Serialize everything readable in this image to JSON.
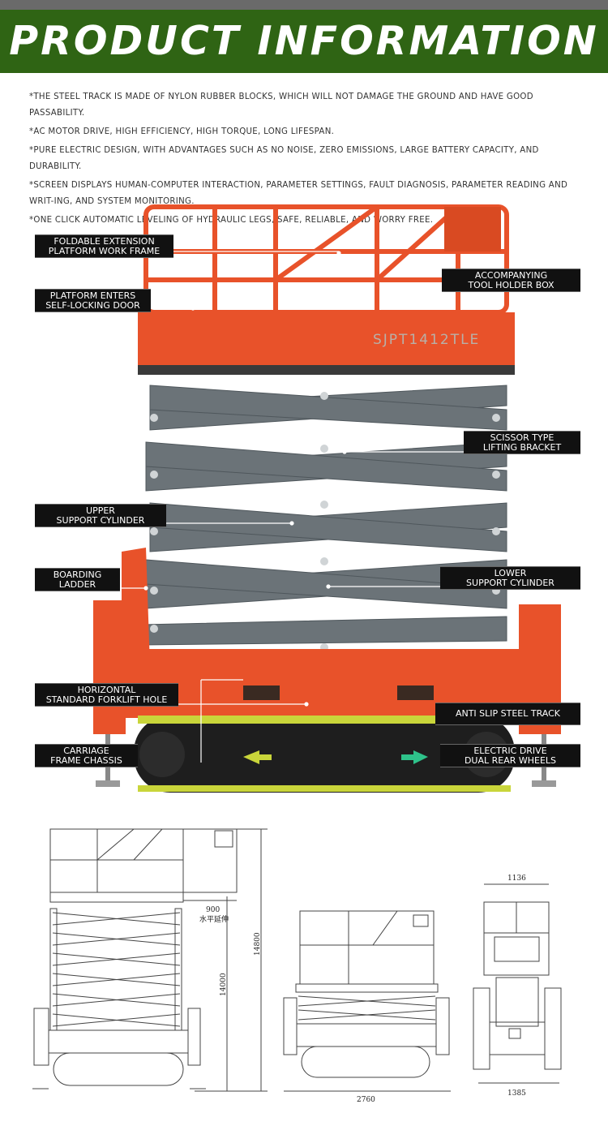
{
  "banner": {
    "title": "PRODUCT INFORMATION"
  },
  "bullets": [
    "*THE STEEL TRACK IS MADE OF NYLON RUBBER BLOCKS, WHICH WILL NOT DAMAGE THE GROUND AND HAVE GOOD PASSABILITY.",
    "*AC MOTOR DRIVE, HIGH EFFICIENCY, HIGH TORQUE, LONG LIFESPAN.",
    "*PURE ELECTRIC DESIGN, WITH ADVANTAGES SUCH AS NO NOISE, ZERO EMISSIONS, LARGE BATTERY CAPACITY, AND DURABILITY.",
    "*SCREEN DISPLAYS HUMAN-COMPUTER INTERACTION, PARAMETER SETTINGS, FAULT DIAGNOSIS, PARAMETER READING AND WRIT-ING, AND SYSTEM MONITORING.",
    "*ONE CLICK AUTOMATIC LEVELING OF HYDRAULIC LEGS, SAFE, RELIABLE, AND WORRY FREE."
  ],
  "photo": {
    "model_plate": "SJPT1412TLE",
    "labels": {
      "foldable": [
        "FOLDABLE EXTENSION",
        "PLATFORM WORK FRAME"
      ],
      "door": [
        "PLATFORM ENTERS",
        "SELF-LOCKING DOOR"
      ],
      "toolbox": [
        "ACCOMPANYING",
        "TOOL HOLDER BOX"
      ],
      "scissor": [
        "SCISSOR TYPE",
        "LIFTING BRACKET"
      ],
      "upper_cyl": [
        "UPPER",
        "SUPPORT CYLINDER"
      ],
      "ladder": [
        "BOARDING",
        "LADDER"
      ],
      "lower_cyl": [
        "LOWER",
        "SUPPORT CYLINDER"
      ],
      "forklift": [
        "HORIZONTAL",
        "STANDARD FORKLIFT HOLE"
      ],
      "track": [
        "ANTI SLIP STEEL TRACK"
      ],
      "chassis": [
        "CARRIAGE",
        "FRAME CHASSIS"
      ],
      "wheels": [
        "ELECTRIC DRIVE",
        "DUAL REAR WHEELS"
      ]
    }
  },
  "drawing": {
    "dim_900": "900",
    "dim_900_note": "水平延伸",
    "dim_14800": "14800",
    "dim_14000": "14000",
    "dim_2760": "2760",
    "dim_1136": "1136",
    "dim_1385": "1385"
  },
  "colors": {
    "banner": "#2f6414",
    "machine": "#e8522a",
    "scissor": "#6b7378",
    "label_bg": "#111111"
  }
}
